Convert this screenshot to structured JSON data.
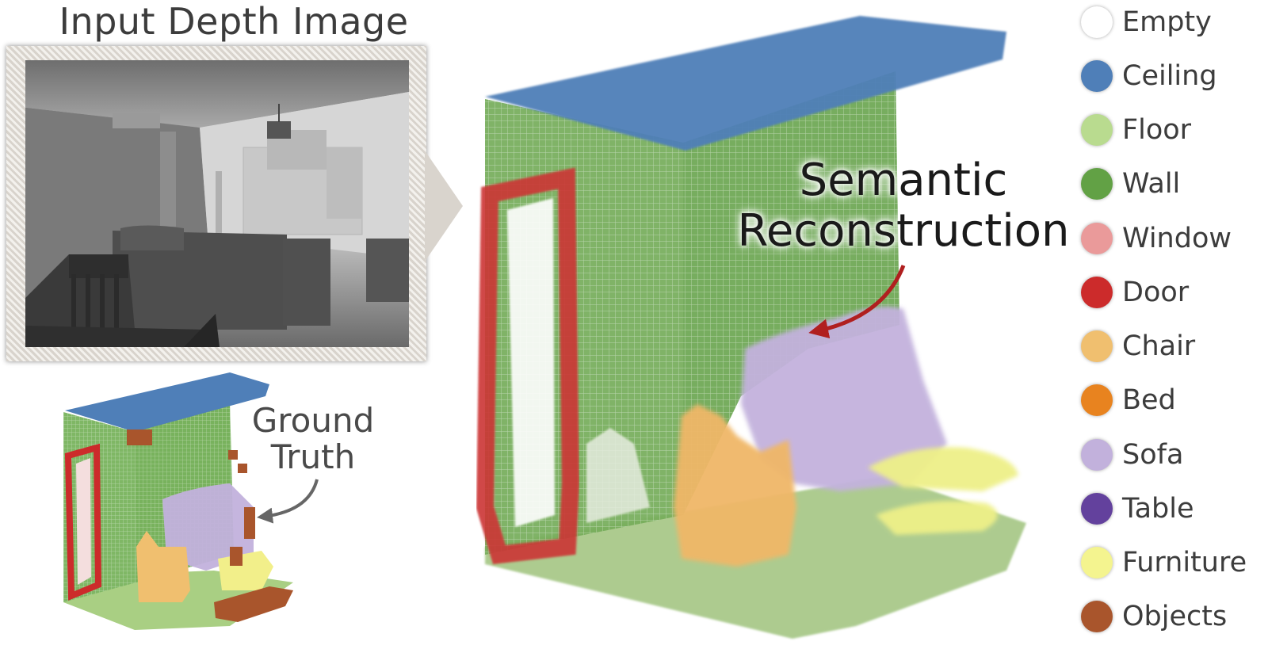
{
  "depth_panel": {
    "title": "Input Depth Image"
  },
  "reconstruction": {
    "label": "Semantic Reconstruction"
  },
  "ground_truth": {
    "label": "Ground Truth"
  },
  "legend": {
    "items": [
      {
        "label": "Empty",
        "color": "#ffffff"
      },
      {
        "label": "Ceiling",
        "color": "#4f7fb8"
      },
      {
        "label": "Floor",
        "color": "#b9db8f"
      },
      {
        "label": "Wall",
        "color": "#62a145"
      },
      {
        "label": "Window",
        "color": "#ea9a9a"
      },
      {
        "label": "Door",
        "color": "#cc2b2b"
      },
      {
        "label": "Chair",
        "color": "#f0bf6f"
      },
      {
        "label": "Bed",
        "color": "#e8831f"
      },
      {
        "label": "Sofa",
        "color": "#c2b1dc"
      },
      {
        "label": "Table",
        "color": "#63419d"
      },
      {
        "label": "Furniture",
        "color": "#f4f48f"
      },
      {
        "label": "Objects",
        "color": "#a9552c"
      }
    ]
  }
}
